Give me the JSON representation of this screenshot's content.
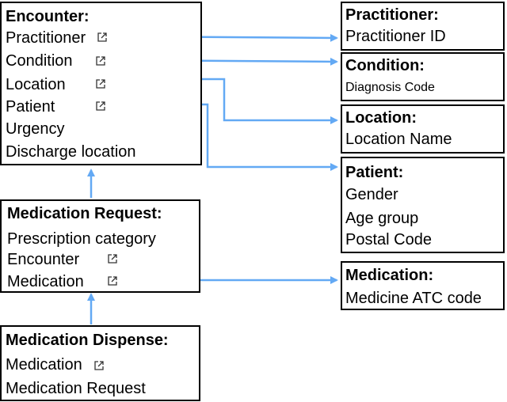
{
  "entities": {
    "encounter": {
      "title": "Encounter:",
      "fields": [
        "Practitioner",
        "Condition",
        "Location",
        "Patient",
        "Urgency",
        "Discharge location"
      ]
    },
    "medication_request": {
      "title": "Medication Request:",
      "fields": [
        "Prescription category",
        "Encounter",
        "Medication"
      ]
    },
    "medication_dispense": {
      "title": "Medication Dispense:",
      "fields": [
        "Medication",
        "Medication Request"
      ]
    },
    "practitioner": {
      "title": "Practitioner:",
      "fields": [
        "Practitioner ID"
      ]
    },
    "condition": {
      "title": "Condition:",
      "fields": [
        "Diagnosis Code"
      ]
    },
    "location": {
      "title": "Location:",
      "fields": [
        "Location Name"
      ]
    },
    "patient": {
      "title": "Patient:",
      "fields": [
        "Gender",
        "Age group",
        "Postal Code"
      ]
    },
    "medication": {
      "title": "Medication:",
      "fields": [
        "Medicine ATC code"
      ]
    }
  },
  "icons": {
    "reference": "external-link-icon"
  },
  "colors": {
    "arrow": "#63a9f4",
    "border": "#000000"
  }
}
